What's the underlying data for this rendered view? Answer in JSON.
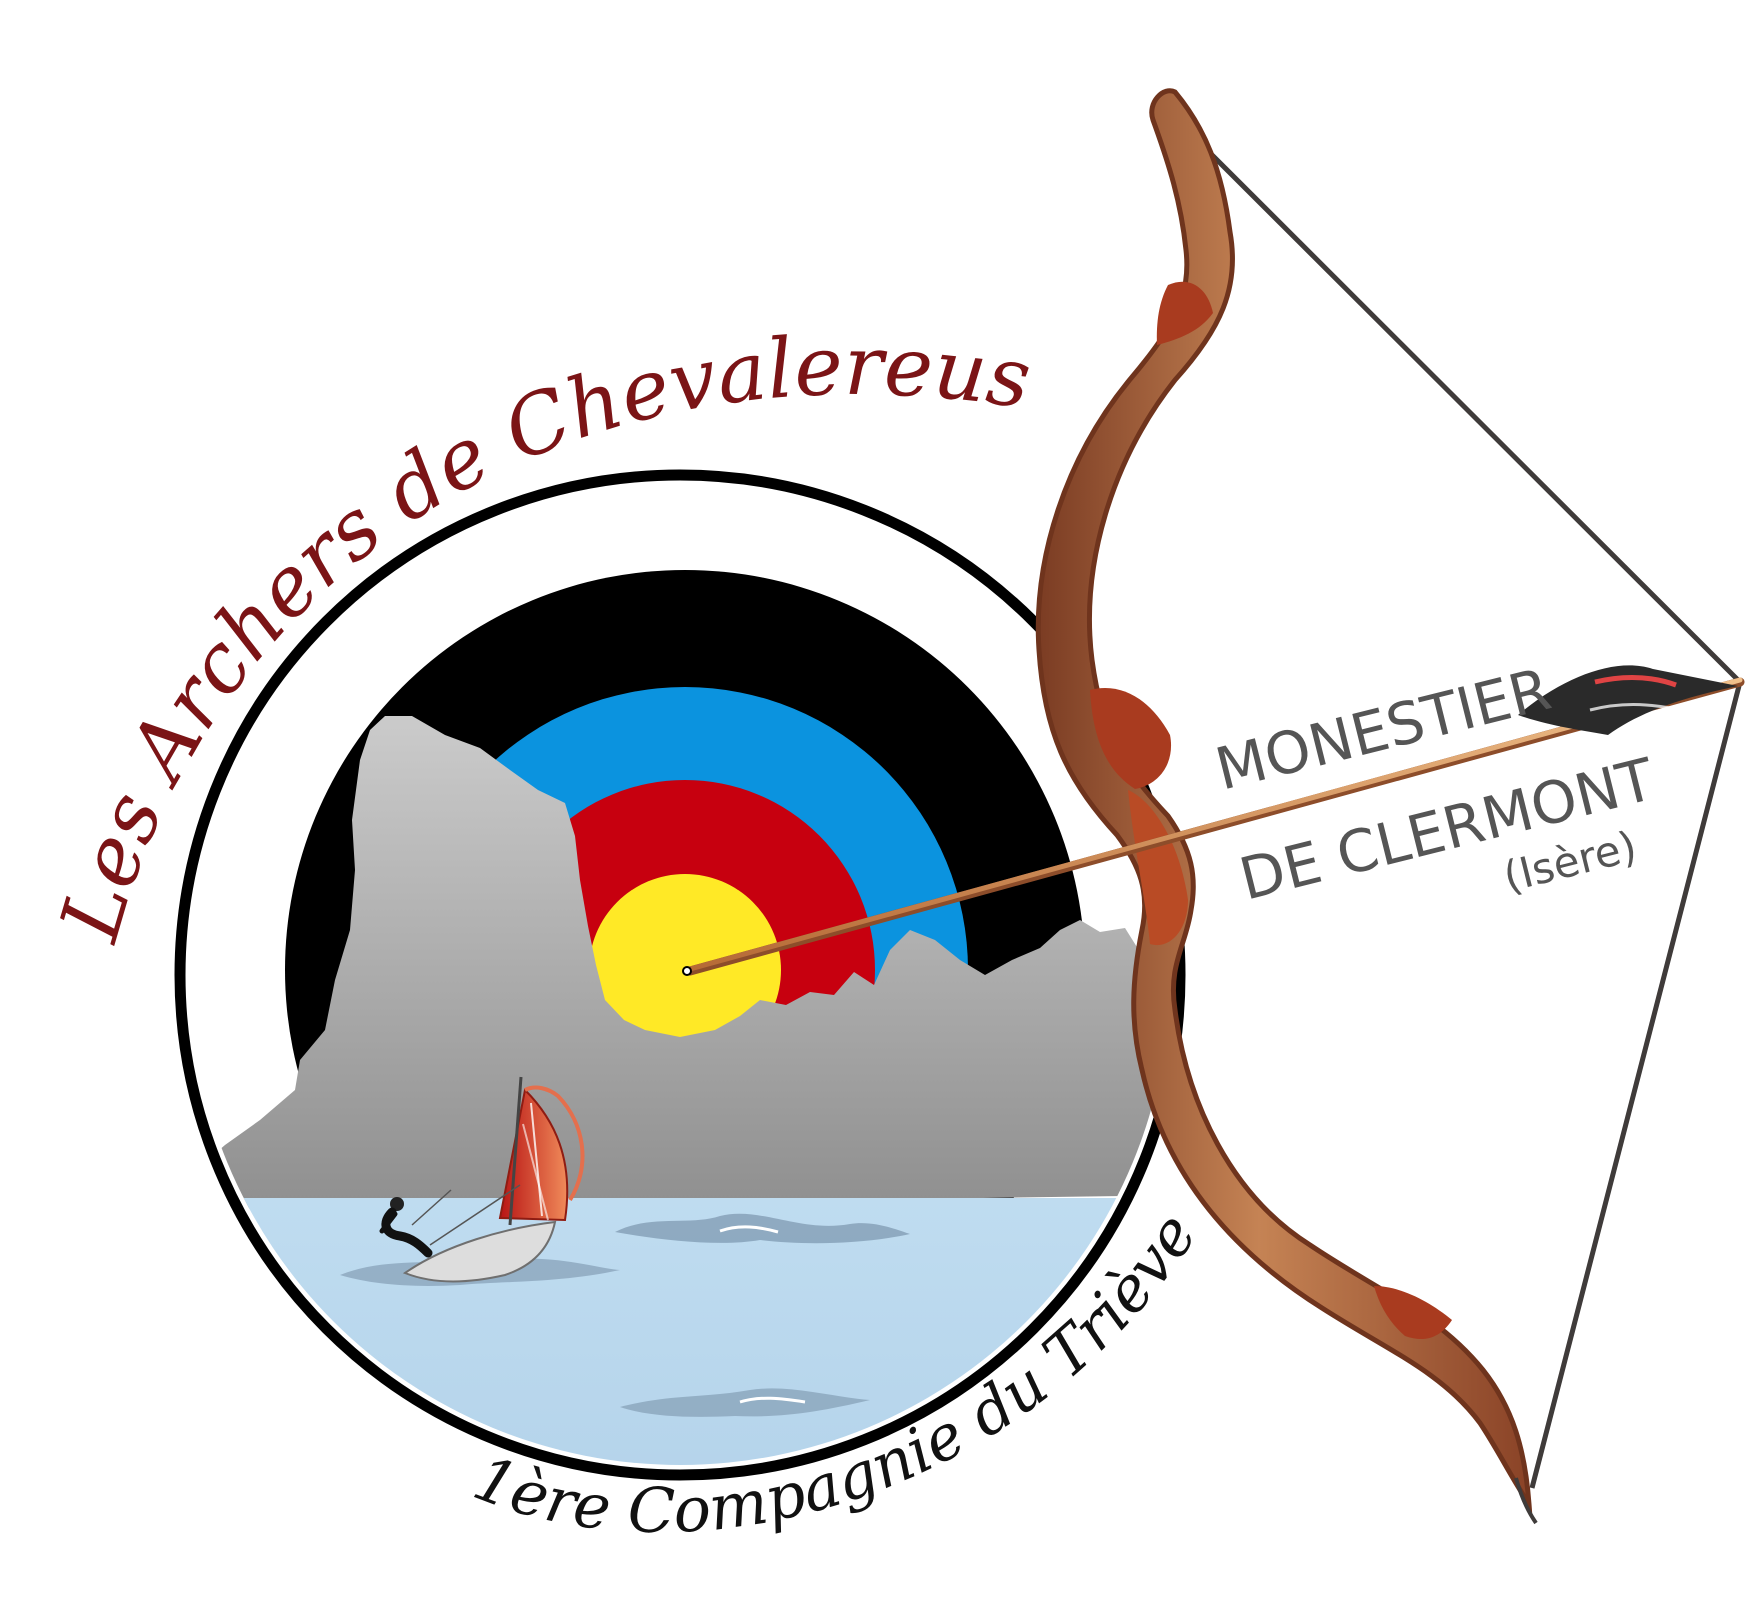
{
  "logo": {
    "title": "Les Archers de Chevalereuse",
    "subtitle": "1ère Compagnie du Trièves",
    "location_line1": "MONESTIER",
    "location_line2": "DE CLERMONT",
    "location_region": "(Isère)"
  },
  "colors": {
    "title": "#7b1416",
    "subtitle": "#111111",
    "location": "#555555",
    "target_black": "#000000",
    "target_blue": "#0b93df",
    "target_red": "#c7000f",
    "target_yellow": "#ffe926",
    "mountain": "#a9a9a9",
    "water": "#bcd9ef",
    "bow_wood": "#b86f45",
    "bow_grip": "#a93b1f"
  },
  "icons": {
    "bow": "bow-icon",
    "arrow": "arrow-icon",
    "target": "archery-target-icon",
    "sailboat": "sailboat-icon",
    "mountain": "mountain-icon"
  }
}
